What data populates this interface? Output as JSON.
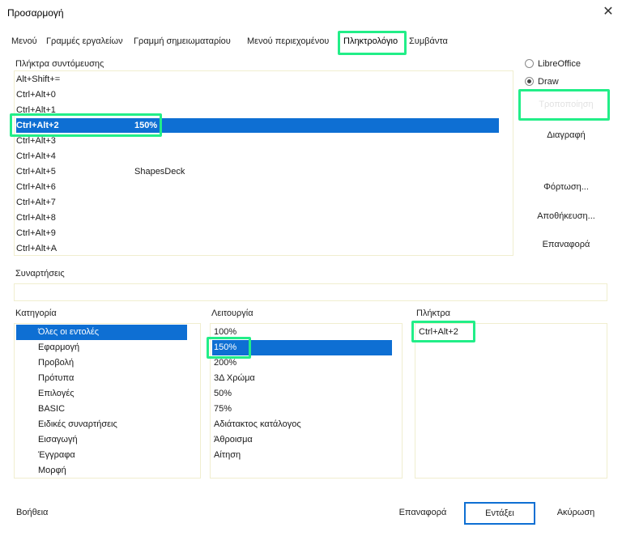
{
  "window": {
    "title": "Προσαρμογή",
    "close": "✕"
  },
  "tabs": [
    "Μενού",
    "Γραμμές εργαλείων",
    "Γραμμή σημειωματαρίου",
    "Μενού περιεχομένου",
    "Πληκτρολόγιο",
    "Συμβάντα"
  ],
  "active_tab": "Πληκτρολόγιο",
  "shortcuts": {
    "label": "Πλήκτρα συντόμευσης",
    "rows": [
      {
        "key": "Alt+Shift+=",
        "value": ""
      },
      {
        "key": "Ctrl+Alt+0",
        "value": ""
      },
      {
        "key": "Ctrl+Alt+1",
        "value": ""
      },
      {
        "key": "Ctrl+Alt+2",
        "value": "150%"
      },
      {
        "key": "Ctrl+Alt+3",
        "value": ""
      },
      {
        "key": "Ctrl+Alt+4",
        "value": ""
      },
      {
        "key": "Ctrl+Alt+5",
        "value": "ShapesDeck"
      },
      {
        "key": "Ctrl+Alt+6",
        "value": ""
      },
      {
        "key": "Ctrl+Alt+7",
        "value": ""
      },
      {
        "key": "Ctrl+Alt+8",
        "value": ""
      },
      {
        "key": "Ctrl+Alt+9",
        "value": ""
      },
      {
        "key": "Ctrl+Alt+A",
        "value": ""
      }
    ],
    "selected_index": 3
  },
  "scope": {
    "libreoffice": "LibreOffice",
    "draw": "Draw",
    "selected": "Draw"
  },
  "side_buttons": {
    "modify": "Τροποποίηση",
    "delete": "Διαγραφή",
    "load": "Φόρτωση...",
    "save": "Αποθήκευση...",
    "reset": "Επαναφορά"
  },
  "functions": {
    "label": "Συναρτήσεις",
    "search_value": ""
  },
  "category": {
    "label": "Κατηγορία",
    "items": [
      "Όλες οι εντολές",
      "Εφαρμογή",
      "Προβολή",
      "Πρότυπα",
      "Επιλογές",
      "BASIC",
      "Ειδικές συναρτήσεις",
      "Εισαγωγή",
      "Έγγραφα",
      "Μορφή"
    ],
    "selected_index": 0
  },
  "function": {
    "label": "Λειτουργία",
    "items": [
      "100%",
      "150%",
      "200%",
      "3Δ Χρώμα",
      "50%",
      "75%",
      "Αδιάτακτος κατάλογος",
      "Άθροισμα",
      "Αίτηση"
    ],
    "selected_index": 1
  },
  "keys": {
    "label": "Πλήκτρα",
    "items": [
      "Ctrl+Alt+2"
    ]
  },
  "bottom": {
    "help": "Βοήθεια",
    "reset": "Επαναφορά",
    "ok": "Εντάξει",
    "cancel": "Ακύρωση"
  },
  "colors": {
    "selection": "#0e6fd3",
    "highlight": "#22ee88",
    "panel_border": "#f0eecf"
  }
}
